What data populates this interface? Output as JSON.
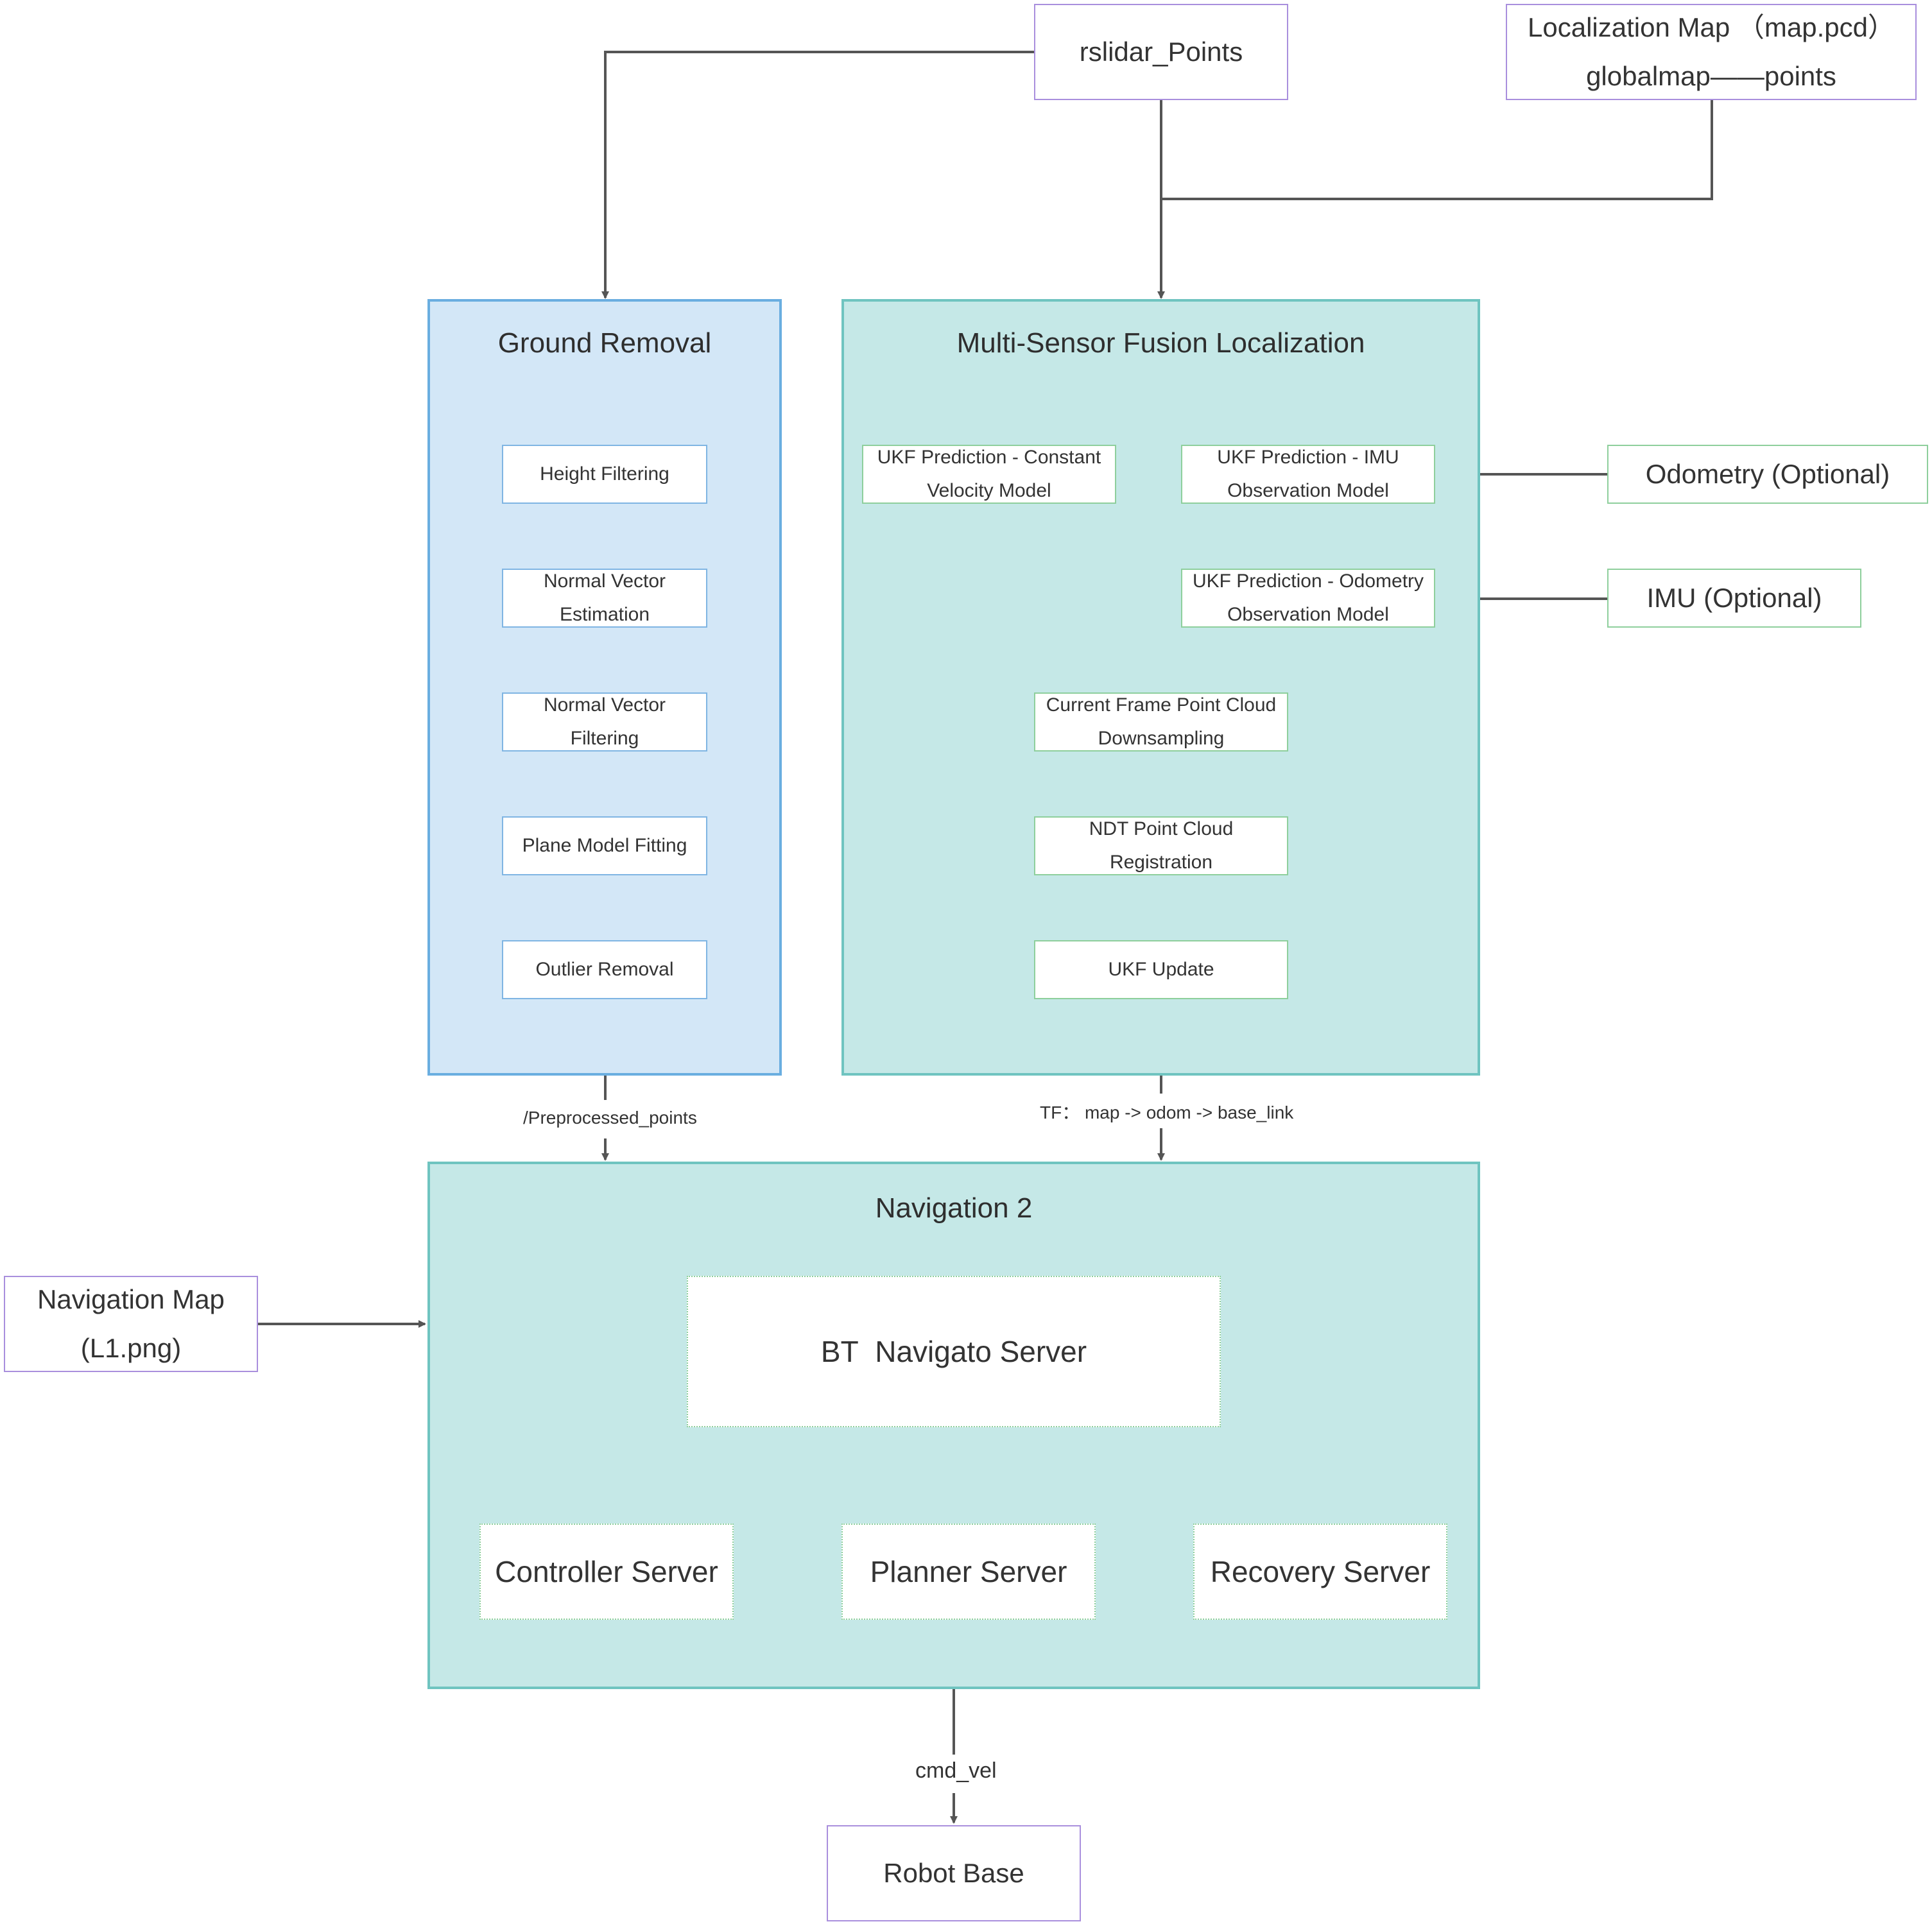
{
  "sources": {
    "rslidar": "rslidar_Points",
    "loc_map_line1": "Localization Map （map.pcd）",
    "loc_map_line2": "globalmap——points",
    "odometry": "Odometry (Optional)",
    "imu": "IMU (Optional)",
    "nav_map_line1": "Navigation Map",
    "nav_map_line2": "(L1.png)"
  },
  "ground_removal": {
    "title": "Ground Removal",
    "steps": [
      {
        "line1": "Height Filtering",
        "line2": ""
      },
      {
        "line1": "Normal Vector",
        "line2": "Estimation"
      },
      {
        "line1": "Normal Vector",
        "line2": "Filtering"
      },
      {
        "line1": "Plane Model Fitting",
        "line2": ""
      },
      {
        "line1": "Outlier Removal",
        "line2": ""
      }
    ]
  },
  "fusion": {
    "title": "Multi-Sensor Fusion Localization",
    "ukf_cv": {
      "line1": "UKF Prediction - Constant",
      "line2": "Velocity Model"
    },
    "ukf_imu": {
      "line1": "UKF Prediction - IMU",
      "line2": "Observation Model"
    },
    "ukf_odom": {
      "line1": "UKF Prediction - Odometry",
      "line2": "Observation Model"
    },
    "downsample": {
      "line1": "Current Frame Point Cloud",
      "line2": "Downsampling"
    },
    "ndt": {
      "line1": "NDT Point Cloud",
      "line2": "Registration"
    },
    "ukf_update": {
      "line1": "UKF Update",
      "line2": ""
    }
  },
  "edges": {
    "preprocessed": "/Preprocessed_points",
    "tf": "TF： map -> odom -> base_link",
    "cmd_vel": "cmd_vel"
  },
  "navigation": {
    "title": "Navigation 2",
    "bt": "BT  Navigato Server",
    "controller": "Controller Server",
    "planner": "Planner Server",
    "recovery": "Recovery Server"
  },
  "robot_base": "Robot Base",
  "colors": {
    "ground_fill": "#d3e7f7",
    "ground_border": "#6aaee0",
    "teal_fill": "#c5e8e7",
    "teal_border": "#6fc4c0",
    "line": "#555555"
  }
}
